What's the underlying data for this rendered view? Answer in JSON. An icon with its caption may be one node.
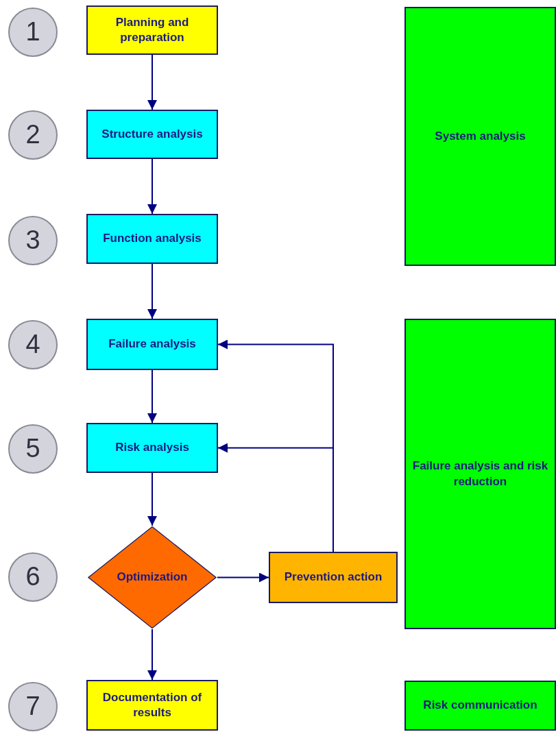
{
  "diagram": {
    "nodes": [
      {
        "text": [
          "1"
        ]
      },
      {
        "text": [
          "Planning and preparation"
        ]
      },
      {
        "text": [
          "System analysis"
        ]
      },
      {
        "text": [
          "2"
        ]
      },
      {
        "text": [
          "Structure analysis"
        ]
      },
      {
        "text": [
          "3"
        ]
      },
      {
        "text": [
          "Function analysis"
        ]
      },
      {
        "text": [
          "4"
        ]
      },
      {
        "text": [
          "Failure analysis"
        ]
      },
      {
        "text": [
          "5"
        ]
      },
      {
        "text": [
          "Risk analysis"
        ]
      },
      {
        "text": [
          "Failure analysis and risk reduction"
        ]
      },
      {
        "text": [
          "6"
        ]
      },
      {
        "text": [
          "Optimization"
        ]
      },
      {
        "text": [
          "Prevention action"
        ]
      },
      {
        "text": [
          "7"
        ]
      },
      {
        "text": [
          "Documentation of results"
        ]
      },
      {
        "text": [
          "Risk communication"
        ]
      }
    ],
    "edges": [
      {
        "from": 1,
        "to": 4,
        "arrow": "to"
      },
      {
        "from": 4,
        "to": 6,
        "arrow": "to"
      },
      {
        "from": 6,
        "to": 8,
        "arrow": "to"
      },
      {
        "from": 8,
        "to": 10,
        "arrow": "to"
      },
      {
        "from": 10,
        "to": 13,
        "arrow": "to"
      },
      {
        "from": 13,
        "to": 14,
        "arrow": "to"
      },
      {
        "from": 14,
        "to": 8,
        "arrow": "to"
      },
      {
        "from": 14,
        "to": 10,
        "arrow": "to"
      },
      {
        "from": 13,
        "to": 16,
        "arrow": "to"
      }
    ]
  }
}
